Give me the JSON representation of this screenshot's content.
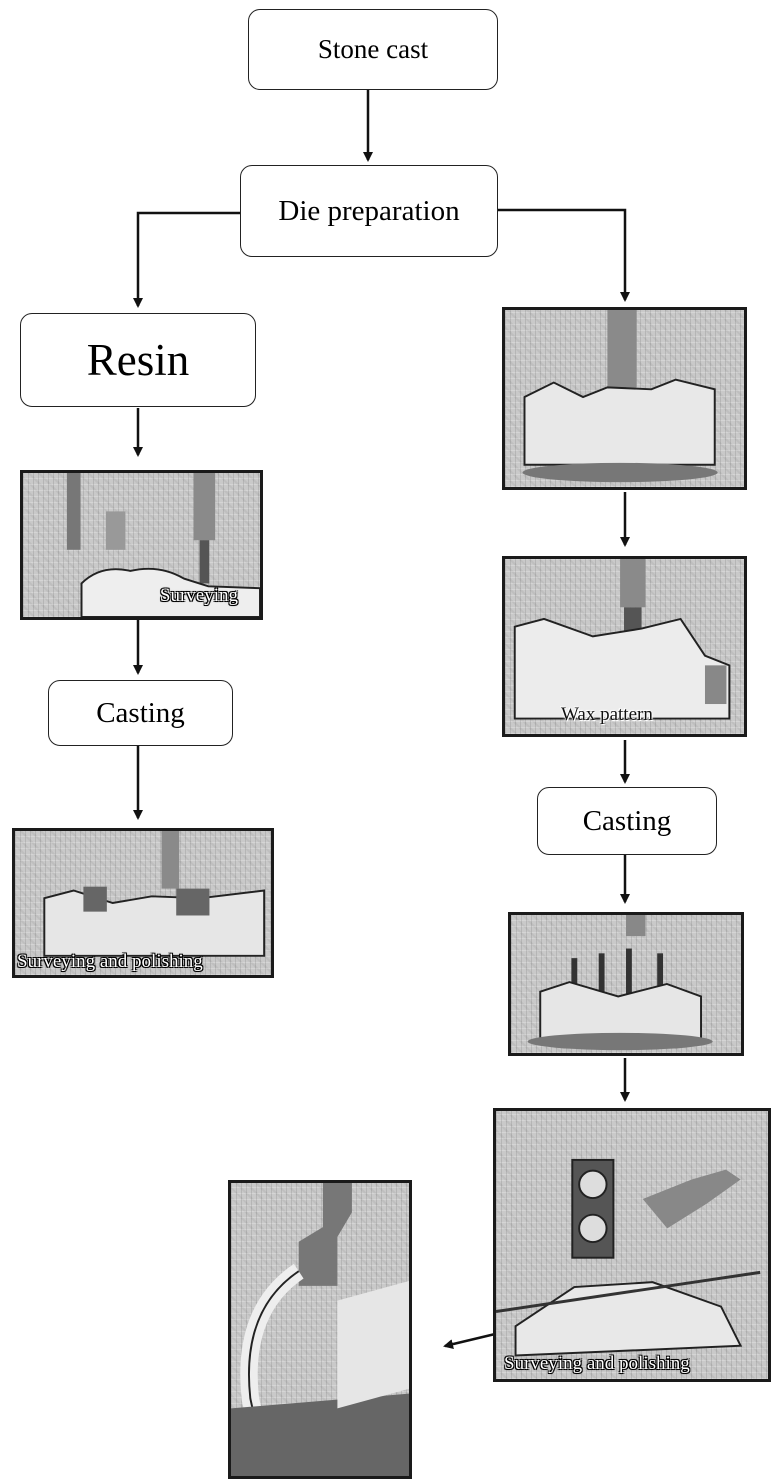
{
  "nodes": {
    "stone_cast": "Stone cast",
    "die_preparation": "Die preparation",
    "resin": "Resin",
    "casting_left": "Casting",
    "casting_right": "Casting"
  },
  "photo_captions": {
    "left_surveying": "Surveying",
    "left_surveying_polishing": "Surveying and polishing",
    "right_wax_pattern": "Wax pattern",
    "right_surveying_polishing": "Surveying and polishing"
  }
}
